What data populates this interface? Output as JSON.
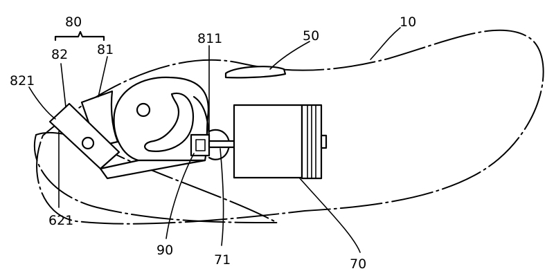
{
  "labels": {
    "l80": "80",
    "l82": "82",
    "l81": "81",
    "l821": "821",
    "l811": "811",
    "l50": "50",
    "l10": "10",
    "l621": "621",
    "l90": "90",
    "l71": "71",
    "l70": "70"
  }
}
